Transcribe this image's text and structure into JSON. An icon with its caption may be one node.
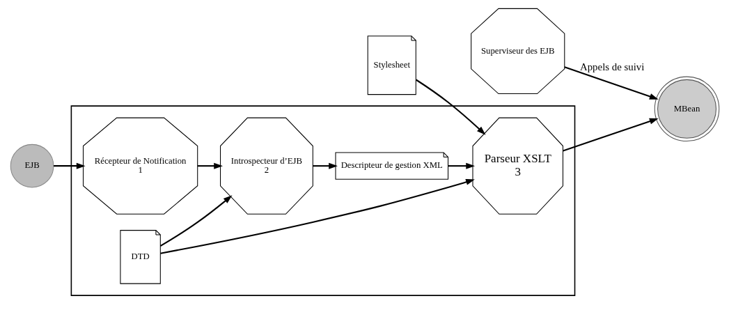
{
  "diagram": {
    "nodes": [
      {
        "text": [],
        "shape": "box"
      },
      {
        "text": [
          "EJB"
        ]
      },
      {
        "text": [
          "Récepteur de Notification",
          "1"
        ],
        "in": 0
      },
      {
        "text": [
          "Introspecteur d’EJB",
          "2"
        ],
        "in": 0
      },
      {
        "text": [
          "Descripteur de gestion XML"
        ],
        "in": 0
      },
      {
        "text": [
          "DTD"
        ],
        "in": 0
      },
      {
        "text": [
          "Parseur XSLT",
          "3"
        ],
        "in": 0
      },
      {
        "text": [
          "MBean"
        ]
      },
      {
        "text": [
          "Superviseur des EJB"
        ]
      },
      {
        "text": [
          "Stylesheet"
        ]
      }
    ],
    "edges": [
      {
        "from": 1,
        "to": 2,
        "arrow": "to"
      },
      {
        "from": 2,
        "to": 3,
        "arrow": "to"
      },
      {
        "from": 3,
        "to": 4,
        "arrow": "to"
      },
      {
        "from": 5,
        "to": 3,
        "arrow": "to"
      },
      {
        "from": 4,
        "to": 6,
        "arrow": "to"
      },
      {
        "from": 5,
        "to": 6,
        "arrow": "to"
      },
      {
        "from": 6,
        "to": 7,
        "arrow": "to"
      },
      {
        "from": 9,
        "to": 6,
        "arrow": "to"
      },
      {
        "from": 8,
        "to": 7,
        "arrow": "to",
        "label": "Appels de suivi"
      }
    ]
  }
}
